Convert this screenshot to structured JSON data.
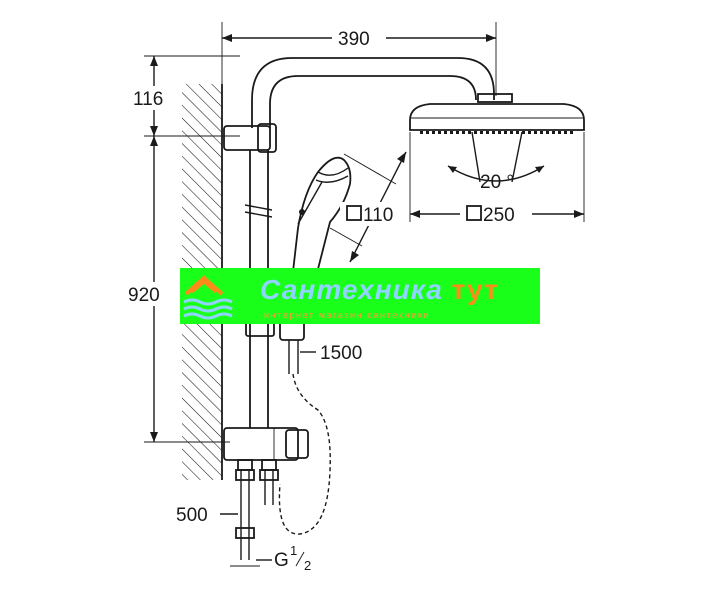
{
  "dimensions": {
    "width_390": "390",
    "height_116": "116",
    "height_920": "920",
    "angle": "20 °",
    "hand_shower": "110",
    "head_shower": "250",
    "hose": "1500",
    "connection_500": "500",
    "thread_prefix": "G",
    "thread_num": "1",
    "thread_den": "2"
  },
  "watermark": {
    "name_part1": "Сантехника ",
    "name_part2": "тут",
    "tagline": "интернет магазин сантехники",
    "colors": {
      "background": "#19ff19",
      "primary": "#8fd3ff",
      "accent": "#ff8c1a"
    }
  }
}
